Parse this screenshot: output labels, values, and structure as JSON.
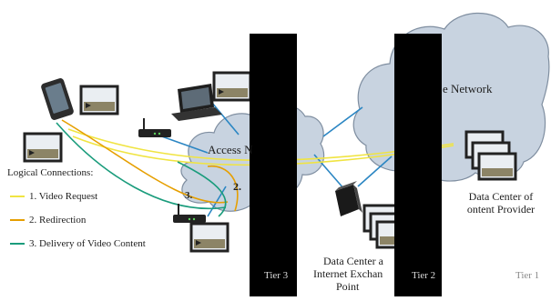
{
  "labels": {
    "provider_network": "e Network",
    "access_network": "Access N",
    "dc_provider_line1": "Data Center of",
    "dc_provider_line2": "ontent Provider",
    "dc_ixp_line1": "Data Center a",
    "dc_ixp_line2": "Internet Exchan",
    "dc_ixp_line3": "Point",
    "step_2": "2.",
    "step_3": "3."
  },
  "tiers": {
    "tier3": "Tier 3",
    "tier2": "Tier 2",
    "tier1": "Tier 1"
  },
  "legend": {
    "title": "Logical Connections:",
    "items": [
      {
        "label": "1. Video Request",
        "color": "#f0e442"
      },
      {
        "label": "2. Redirection",
        "color": "#e69f00"
      },
      {
        "label": "3. Delivery of Video Content",
        "color": "#1a9c7c"
      }
    ]
  },
  "colors": {
    "cloud_fill": "#c8d3e0",
    "cloud_stroke": "#7f8ea0",
    "link_blue": "#2b86c3",
    "request_yellow": "#f0e442",
    "redirect_orange": "#e69f00",
    "delivery_green": "#1a9c7c"
  }
}
